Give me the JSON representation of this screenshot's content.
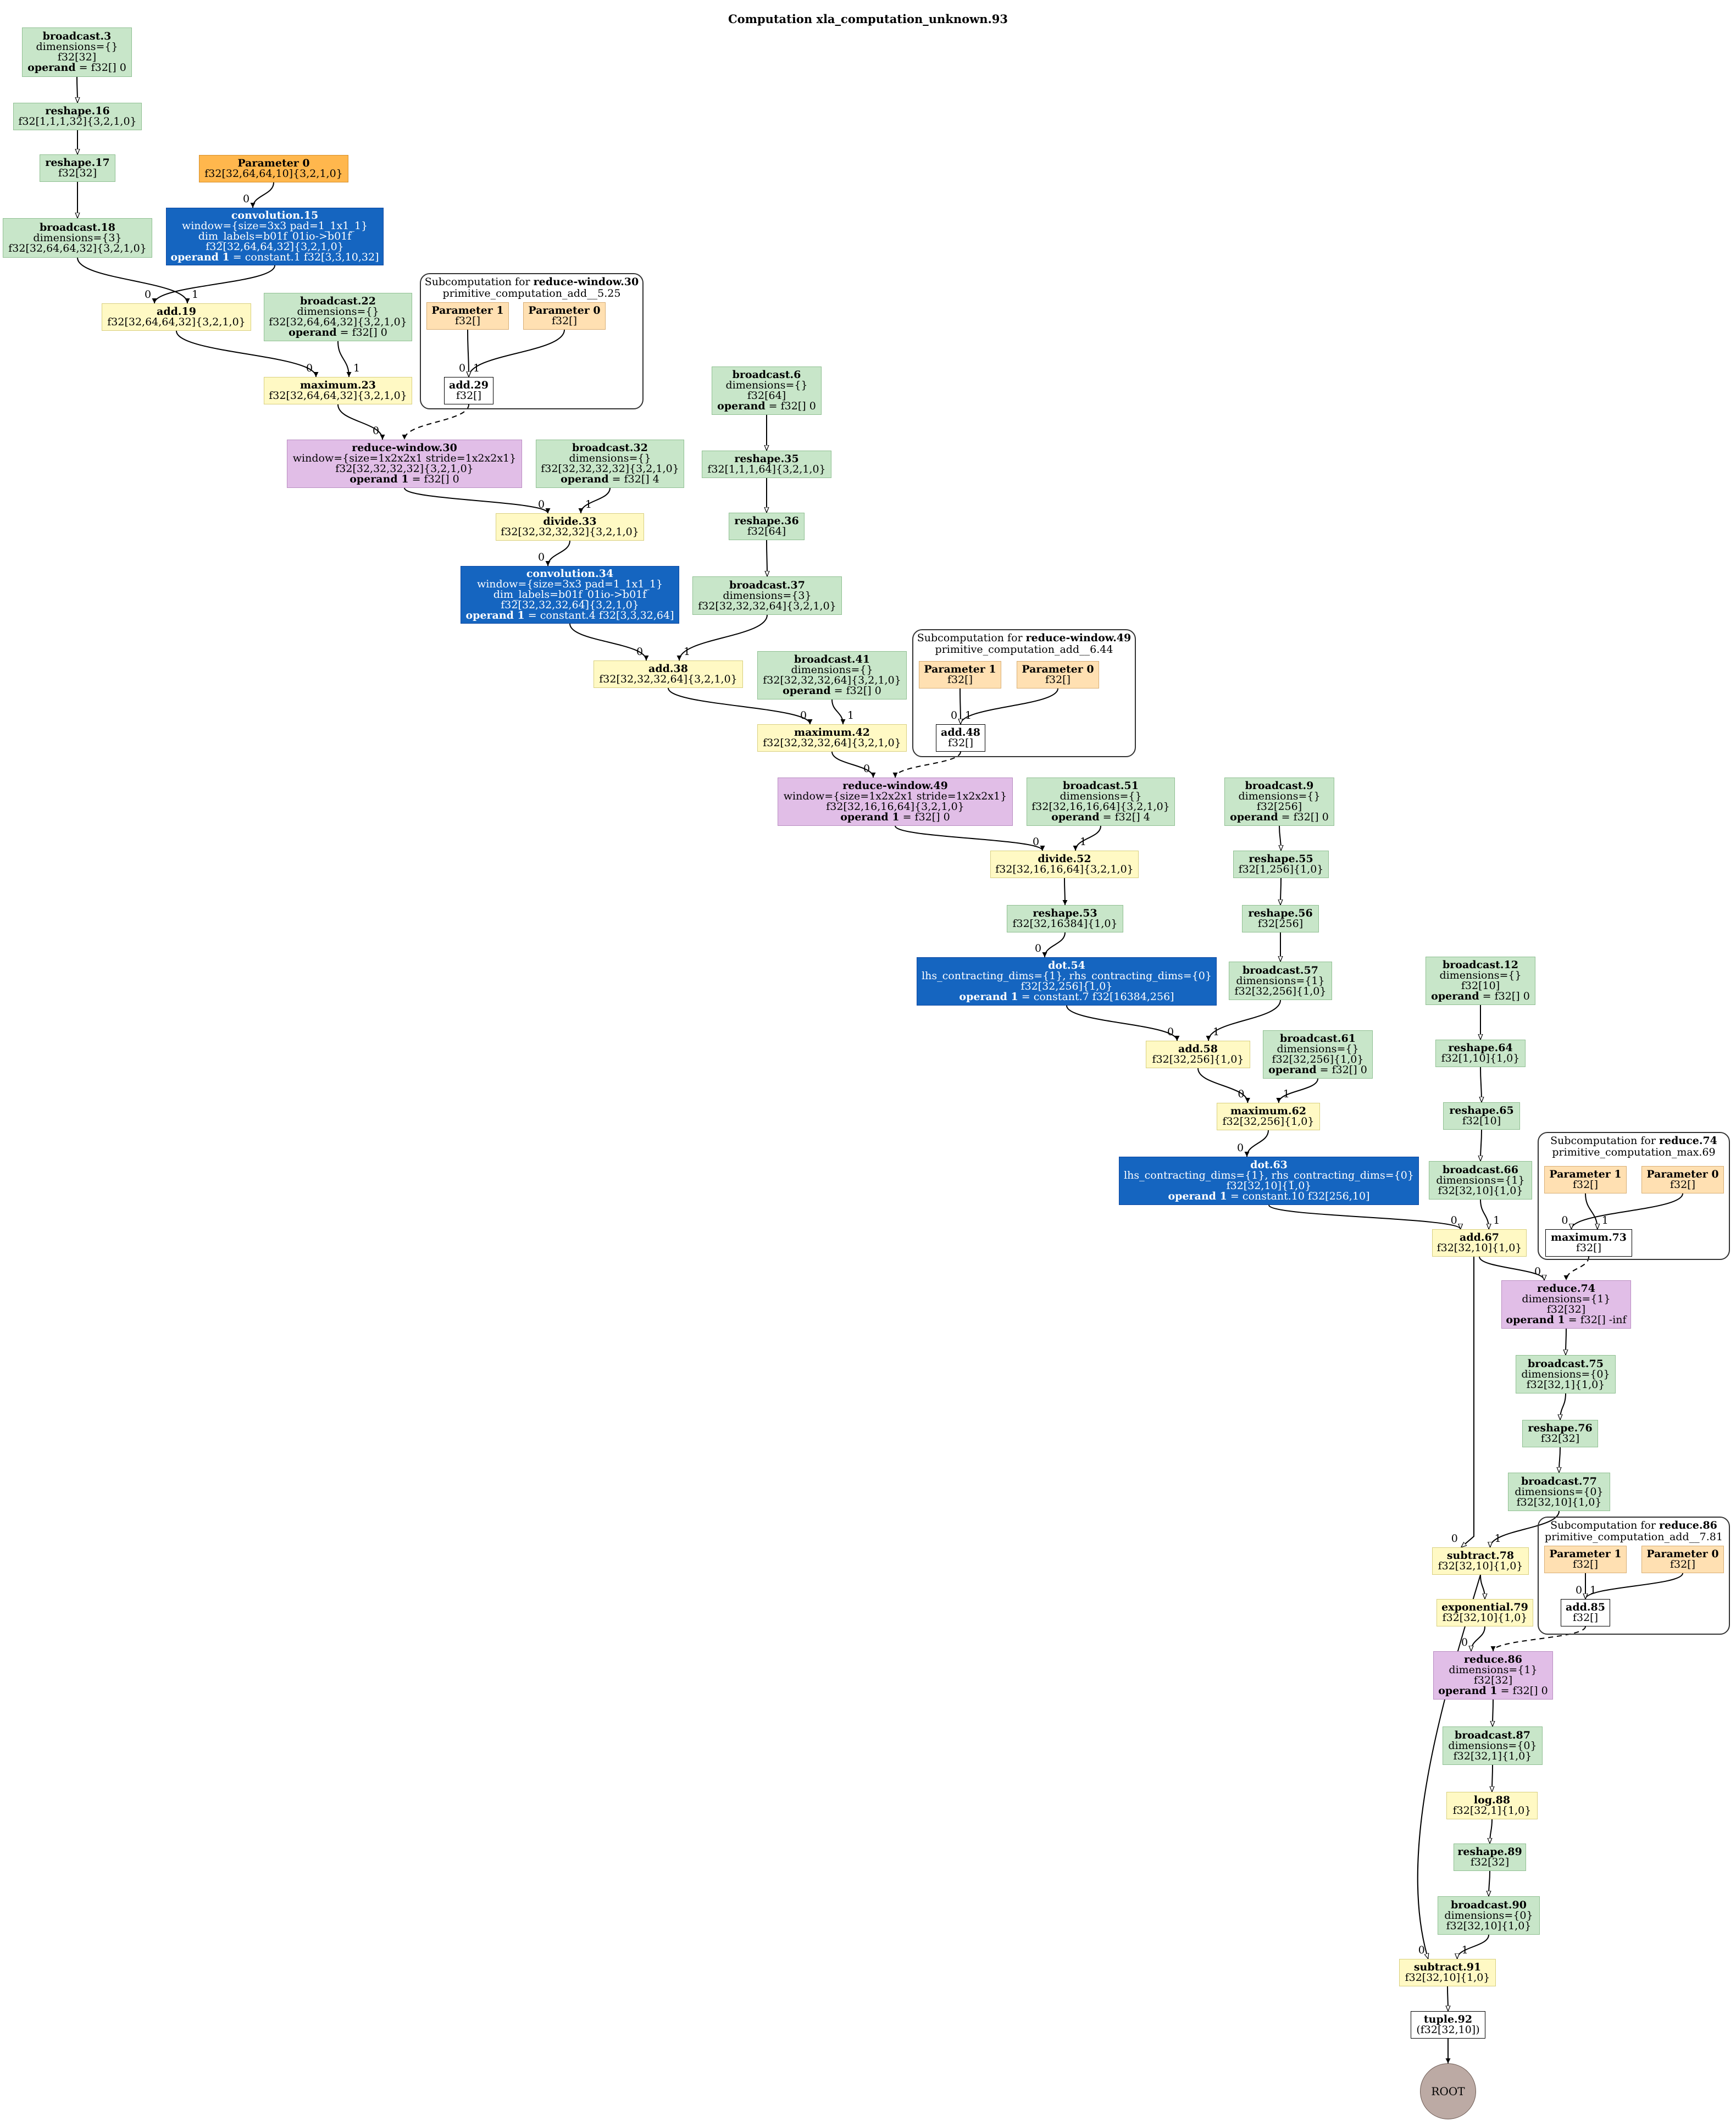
{
  "title": "Computation xla_computation_unknown.93",
  "colors": {
    "elementwise": "#fff9c4",
    "broadcast": "#c8e6c9",
    "reduce": "#e1bee7",
    "dot": "#1565c0",
    "parameter": "#ffb74d",
    "subparameter": "#ffe0b2",
    "root": "#bcaaa4"
  },
  "nodes": {
    "broadcast3": [
      "<b>broadcast.3</b>",
      "dimensions={}",
      "f32[32]",
      "<b>operand</b> = f32[] 0"
    ],
    "reshape16": [
      "<b>reshape.16</b>",
      "f32[1,1,1,32]{3,2,1,0}"
    ],
    "reshape17": [
      "<b>reshape.17</b>",
      "f32[32]"
    ],
    "broadcast18": [
      "<b>broadcast.18</b>",
      "dimensions={3}",
      "f32[32,64,64,32]{3,2,1,0}"
    ],
    "param0": [
      "<b>Parameter 0</b>",
      "f32[32,64,64,10]{3,2,1,0}"
    ],
    "conv15": [
      "<b>convolution.15</b>",
      "window={size=3x3 pad=1_1x1_1}",
      "dim_labels=b01f_01io->b01f",
      "f32[32,64,64,32]{3,2,1,0}",
      "<b>operand 1</b> = constant.1 f32[3,3,10,32]"
    ],
    "add19": [
      "<b>add.19</b>",
      "f32[32,64,64,32]{3,2,1,0}"
    ],
    "broadcast22": [
      "<b>broadcast.22</b>",
      "dimensions={}",
      "f32[32,64,64,32]{3,2,1,0}",
      "<b>operand</b> = f32[] 0"
    ],
    "maximum23": [
      "<b>maximum.23</b>",
      "f32[32,64,64,32]{3,2,1,0}"
    ],
    "sc30p1": [
      "<b>Parameter 1</b>",
      "f32[]"
    ],
    "sc30p0": [
      "<b>Parameter 0</b>",
      "f32[]"
    ],
    "add29": [
      "<b>add.29</b>",
      "f32[]"
    ],
    "rw30": [
      "<b>reduce-window.30</b>",
      "window={size=1x2x2x1 stride=1x2x2x1}",
      "f32[32,32,32,32]{3,2,1,0}",
      "<b>operand 1</b> = f32[] 0"
    ],
    "broadcast32": [
      "<b>broadcast.32</b>",
      "dimensions={}",
      "f32[32,32,32,32]{3,2,1,0}",
      "<b>operand</b> = f32[] 4"
    ],
    "divide33": [
      "<b>divide.33</b>",
      "f32[32,32,32,32]{3,2,1,0}"
    ],
    "conv34": [
      "<b>convolution.34</b>",
      "window={size=3x3 pad=1_1x1_1}",
      "dim_labels=b01f_01io->b01f",
      "f32[32,32,32,64]{3,2,1,0}",
      "<b>operand 1</b> = constant.4 f32[3,3,32,64]"
    ],
    "broadcast6": [
      "<b>broadcast.6</b>",
      "dimensions={}",
      "f32[64]",
      "<b>operand</b> = f32[] 0"
    ],
    "reshape35": [
      "<b>reshape.35</b>",
      "f32[1,1,1,64]{3,2,1,0}"
    ],
    "reshape36": [
      "<b>reshape.36</b>",
      "f32[64]"
    ],
    "broadcast37": [
      "<b>broadcast.37</b>",
      "dimensions={3}",
      "f32[32,32,32,64]{3,2,1,0}"
    ],
    "add38": [
      "<b>add.38</b>",
      "f32[32,32,32,64]{3,2,1,0}"
    ],
    "broadcast41": [
      "<b>broadcast.41</b>",
      "dimensions={}",
      "f32[32,32,32,64]{3,2,1,0}",
      "<b>operand</b> = f32[] 0"
    ],
    "maximum42": [
      "<b>maximum.42</b>",
      "f32[32,32,32,64]{3,2,1,0}"
    ],
    "sc49p1": [
      "<b>Parameter 1</b>",
      "f32[]"
    ],
    "sc49p0": [
      "<b>Parameter 0</b>",
      "f32[]"
    ],
    "add48": [
      "<b>add.48</b>",
      "f32[]"
    ],
    "rw49": [
      "<b>reduce-window.49</b>",
      "window={size=1x2x2x1 stride=1x2x2x1}",
      "f32[32,16,16,64]{3,2,1,0}",
      "<b>operand 1</b> = f32[] 0"
    ],
    "broadcast51": [
      "<b>broadcast.51</b>",
      "dimensions={}",
      "f32[32,16,16,64]{3,2,1,0}",
      "<b>operand</b> = f32[] 4"
    ],
    "divide52": [
      "<b>divide.52</b>",
      "f32[32,16,16,64]{3,2,1,0}"
    ],
    "reshape53": [
      "<b>reshape.53</b>",
      "f32[32,16384]{1,0}"
    ],
    "dot54": [
      "<b>dot.54</b>",
      "lhs_contracting_dims={1}, rhs_contracting_dims={0}",
      "f32[32,256]{1,0}",
      "<b>operand 1</b> = constant.7 f32[16384,256]"
    ],
    "broadcast9": [
      "<b>broadcast.9</b>",
      "dimensions={}",
      "f32[256]",
      "<b>operand</b> = f32[] 0"
    ],
    "reshape55": [
      "<b>reshape.55</b>",
      "f32[1,256]{1,0}"
    ],
    "reshape56": [
      "<b>reshape.56</b>",
      "f32[256]"
    ],
    "broadcast57": [
      "<b>broadcast.57</b>",
      "dimensions={1}",
      "f32[32,256]{1,0}"
    ],
    "add58": [
      "<b>add.58</b>",
      "f32[32,256]{1,0}"
    ],
    "broadcast61": [
      "<b>broadcast.61</b>",
      "dimensions={}",
      "f32[32,256]{1,0}",
      "<b>operand</b> = f32[] 0"
    ],
    "maximum62": [
      "<b>maximum.62</b>",
      "f32[32,256]{1,0}"
    ],
    "dot63": [
      "<b>dot.63</b>",
      "lhs_contracting_dims={1}, rhs_contracting_dims={0}",
      "f32[32,10]{1,0}",
      "<b>operand 1</b> = constant.10 f32[256,10]"
    ],
    "broadcast12": [
      "<b>broadcast.12</b>",
      "dimensions={}",
      "f32[10]",
      "<b>operand</b> = f32[] 0"
    ],
    "reshape64": [
      "<b>reshape.64</b>",
      "f32[1,10]{1,0}"
    ],
    "reshape65": [
      "<b>reshape.65</b>",
      "f32[10]"
    ],
    "broadcast66": [
      "<b>broadcast.66</b>",
      "dimensions={1}",
      "f32[32,10]{1,0}"
    ],
    "add67": [
      "<b>add.67</b>",
      "f32[32,10]{1,0}"
    ],
    "sc74p1": [
      "<b>Parameter 1</b>",
      "f32[]"
    ],
    "sc74p0": [
      "<b>Parameter 0</b>",
      "f32[]"
    ],
    "maximum73": [
      "<b>maximum.73</b>",
      "f32[]"
    ],
    "reduce74": [
      "<b>reduce.74</b>",
      "dimensions={1}",
      "f32[32]",
      "<b>operand 1</b> = f32[] -inf"
    ],
    "broadcast75": [
      "<b>broadcast.75</b>",
      "dimensions={0}",
      "f32[32,1]{1,0}"
    ],
    "reshape76": [
      "<b>reshape.76</b>",
      "f32[32]"
    ],
    "broadcast77": [
      "<b>broadcast.77</b>",
      "dimensions={0}",
      "f32[32,10]{1,0}"
    ],
    "subtract78": [
      "<b>subtract.78</b>",
      "f32[32,10]{1,0}"
    ],
    "sc86p1": [
      "<b>Parameter 1</b>",
      "f32[]"
    ],
    "sc86p0": [
      "<b>Parameter 0</b>",
      "f32[]"
    ],
    "add85": [
      "<b>add.85</b>",
      "f32[]"
    ],
    "exponential79": [
      "<b>exponential.79</b>",
      "f32[32,10]{1,0}"
    ],
    "reduce86": [
      "<b>reduce.86</b>",
      "dimensions={1}",
      "f32[32]",
      "<b>operand 1</b> = f32[] 0"
    ],
    "broadcast87": [
      "<b>broadcast.87</b>",
      "dimensions={0}",
      "f32[32,1]{1,0}"
    ],
    "log88": [
      "<b>log.88</b>",
      "f32[32,1]{1,0}"
    ],
    "reshape89": [
      "<b>reshape.89</b>",
      "f32[32]"
    ],
    "broadcast90": [
      "<b>broadcast.90</b>",
      "dimensions={0}",
      "f32[32,10]{1,0}"
    ],
    "subtract91": [
      "<b>subtract.91</b>",
      "f32[32,10]{1,0}"
    ],
    "tuple92": [
      "<b>tuple.92</b>",
      "(f32[32,10])"
    ],
    "root": [
      "ROOT"
    ]
  },
  "clusters": {
    "c30": [
      "Subcomputation for <b>reduce-window.30</b>",
      "primitive_computation_add__5.25"
    ],
    "c49": [
      "Subcomputation for <b>reduce-window.49</b>",
      "primitive_computation_add__6.44"
    ],
    "c74": [
      "Subcomputation for <b>reduce.74</b>",
      "primitive_computation_max.69"
    ],
    "c86": [
      "Subcomputation for <b>reduce.86</b>",
      "primitive_computation_add__7.81"
    ]
  },
  "edges": [
    {
      "from": "broadcast3",
      "to": "reshape16",
      "label": "",
      "style": "open"
    },
    {
      "from": "reshape16",
      "to": "reshape17",
      "label": "",
      "style": "open"
    },
    {
      "from": "reshape17",
      "to": "broadcast18",
      "label": "",
      "style": "open"
    },
    {
      "from": "broadcast18",
      "to": "add19",
      "label": "1",
      "style": "solid"
    },
    {
      "from": "param0",
      "to": "conv15",
      "label": "0",
      "style": "solid"
    },
    {
      "from": "conv15",
      "to": "add19",
      "label": "0",
      "style": "solid"
    },
    {
      "from": "add19",
      "to": "maximum23",
      "label": "0",
      "style": "solid"
    },
    {
      "from": "broadcast22",
      "to": "maximum23",
      "label": "1",
      "style": "solid"
    },
    {
      "from": "sc30p1",
      "to": "add29",
      "label": "1",
      "style": "open"
    },
    {
      "from": "sc30p0",
      "to": "add29",
      "label": "0",
      "style": "open"
    },
    {
      "from": "maximum23",
      "to": "rw30",
      "label": "0",
      "style": "solid"
    },
    {
      "from": "add29",
      "to": "rw30",
      "label": "",
      "style": "dashed"
    },
    {
      "from": "rw30",
      "to": "divide33",
      "label": "0",
      "style": "solid"
    },
    {
      "from": "broadcast32",
      "to": "divide33",
      "label": "1",
      "style": "solid"
    },
    {
      "from": "divide33",
      "to": "conv34",
      "label": "0",
      "style": "solid"
    },
    {
      "from": "broadcast6",
      "to": "reshape35",
      "label": "",
      "style": "open"
    },
    {
      "from": "reshape35",
      "to": "reshape36",
      "label": "",
      "style": "open"
    },
    {
      "from": "reshape36",
      "to": "broadcast37",
      "label": "",
      "style": "open"
    },
    {
      "from": "conv34",
      "to": "add38",
      "label": "0",
      "style": "solid"
    },
    {
      "from": "broadcast37",
      "to": "add38",
      "label": "1",
      "style": "solid"
    },
    {
      "from": "add38",
      "to": "maximum42",
      "label": "0",
      "style": "solid"
    },
    {
      "from": "broadcast41",
      "to": "maximum42",
      "label": "1",
      "style": "solid"
    },
    {
      "from": "sc49p1",
      "to": "add48",
      "label": "1",
      "style": "open"
    },
    {
      "from": "sc49p0",
      "to": "add48",
      "label": "0",
      "style": "open"
    },
    {
      "from": "maximum42",
      "to": "rw49",
      "label": "0",
      "style": "solid"
    },
    {
      "from": "add48",
      "to": "rw49",
      "label": "",
      "style": "dashed"
    },
    {
      "from": "rw49",
      "to": "divide52",
      "label": "0",
      "style": "solid"
    },
    {
      "from": "broadcast51",
      "to": "divide52",
      "label": "1",
      "style": "solid"
    },
    {
      "from": "divide52",
      "to": "reshape53",
      "label": "",
      "style": "solid"
    },
    {
      "from": "reshape53",
      "to": "dot54",
      "label": "0",
      "style": "solid"
    },
    {
      "from": "broadcast9",
      "to": "reshape55",
      "label": "",
      "style": "open"
    },
    {
      "from": "reshape55",
      "to": "reshape56",
      "label": "",
      "style": "open"
    },
    {
      "from": "reshape56",
      "to": "broadcast57",
      "label": "",
      "style": "open"
    },
    {
      "from": "dot54",
      "to": "add58",
      "label": "0",
      "style": "solid"
    },
    {
      "from": "broadcast57",
      "to": "add58",
      "label": "1",
      "style": "solid"
    },
    {
      "from": "add58",
      "to": "maximum62",
      "label": "0",
      "style": "solid"
    },
    {
      "from": "broadcast61",
      "to": "maximum62",
      "label": "1",
      "style": "solid"
    },
    {
      "from": "maximum62",
      "to": "dot63",
      "label": "0",
      "style": "solid"
    },
    {
      "from": "broadcast12",
      "to": "reshape64",
      "label": "",
      "style": "open"
    },
    {
      "from": "reshape64",
      "to": "reshape65",
      "label": "",
      "style": "open"
    },
    {
      "from": "reshape65",
      "to": "broadcast66",
      "label": "",
      "style": "open"
    },
    {
      "from": "dot63",
      "to": "add67",
      "label": "0",
      "style": "open"
    },
    {
      "from": "broadcast66",
      "to": "add67",
      "label": "1",
      "style": "open"
    },
    {
      "from": "sc74p1",
      "to": "maximum73",
      "label": "1",
      "style": "open"
    },
    {
      "from": "sc74p0",
      "to": "maximum73",
      "label": "0",
      "style": "open"
    },
    {
      "from": "add67",
      "to": "reduce74",
      "label": "0",
      "style": "open"
    },
    {
      "from": "maximum73",
      "to": "reduce74",
      "label": "",
      "style": "dashed"
    },
    {
      "from": "reduce74",
      "to": "broadcast75",
      "label": "",
      "style": "open"
    },
    {
      "from": "broadcast75",
      "to": "reshape76",
      "label": "",
      "style": "open"
    },
    {
      "from": "reshape76",
      "to": "broadcast77",
      "label": "",
      "style": "open"
    },
    {
      "from": "add67",
      "to": "subtract78",
      "label": "0",
      "style": "open"
    },
    {
      "from": "broadcast77",
      "to": "subtract78",
      "label": "1",
      "style": "open"
    },
    {
      "from": "subtract78",
      "to": "exponential79",
      "label": "",
      "style": "open"
    },
    {
      "from": "sc86p1",
      "to": "add85",
      "label": "1",
      "style": "open"
    },
    {
      "from": "sc86p0",
      "to": "add85",
      "label": "0",
      "style": "open"
    },
    {
      "from": "exponential79",
      "to": "reduce86",
      "label": "0",
      "style": "open"
    },
    {
      "from": "add85",
      "to": "reduce86",
      "label": "",
      "style": "dashed"
    },
    {
      "from": "reduce86",
      "to": "broadcast87",
      "label": "",
      "style": "open"
    },
    {
      "from": "broadcast87",
      "to": "log88",
      "label": "",
      "style": "open"
    },
    {
      "from": "log88",
      "to": "reshape89",
      "label": "",
      "style": "open"
    },
    {
      "from": "reshape89",
      "to": "broadcast90",
      "label": "",
      "style": "open"
    },
    {
      "from": "subtract78",
      "to": "subtract91",
      "label": "0",
      "style": "open"
    },
    {
      "from": "broadcast90",
      "to": "subtract91",
      "label": "1",
      "style": "open"
    },
    {
      "from": "subtract91",
      "to": "tuple92",
      "label": "",
      "style": "open"
    },
    {
      "from": "tuple92",
      "to": "root",
      "label": "",
      "style": "solid"
    }
  ]
}
